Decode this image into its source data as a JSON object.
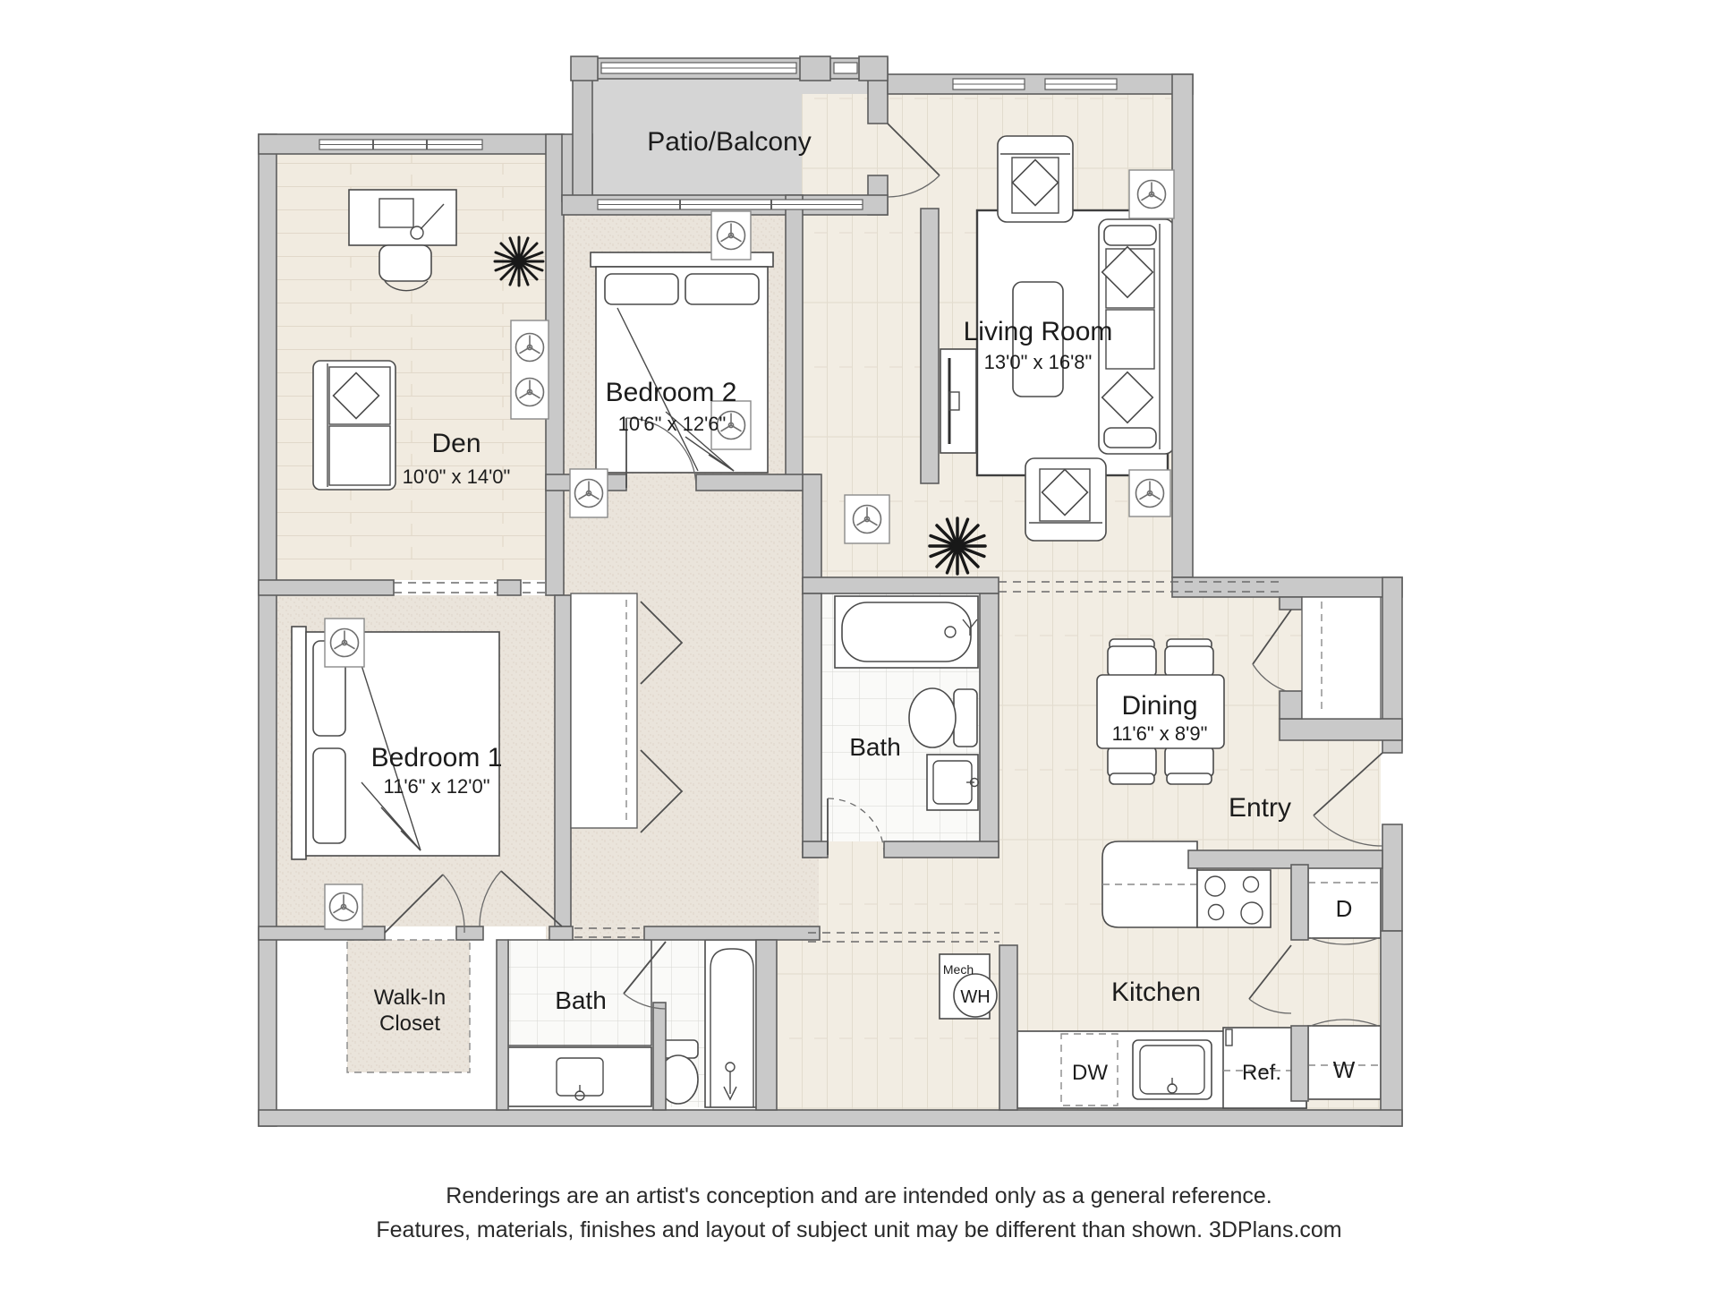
{
  "colors": {
    "wall_fill": "#c9c9c9",
    "wall_stroke": "#5e5e5e",
    "wood_floor": "#f2ede3",
    "den_floor": "#f1ebe0",
    "carpet": "#eae4db",
    "tile": "#fafaf8",
    "patio": "#d5d5d5",
    "text": "#1c1c1c"
  },
  "rooms": {
    "patio": {
      "name": "Patio/Balcony"
    },
    "living": {
      "name": "Living Room",
      "dims": "13'0\" x 16'8\""
    },
    "den": {
      "name": "Den",
      "dims": "10'0\" x 14'0\""
    },
    "bedroom2": {
      "name": "Bedroom 2",
      "dims": "10'6\" x 12'6\""
    },
    "bedroom1": {
      "name": "Bedroom 1",
      "dims": "11'6\" x 12'0\""
    },
    "bath_middle": {
      "name": "Bath"
    },
    "dining": {
      "name": "Dining",
      "dims": "11'6\" x 8'9\""
    },
    "entry": {
      "name": "Entry"
    },
    "walk_in_closet": {
      "line1": "Walk-In",
      "line2": "Closet"
    },
    "bath_lower": {
      "name": "Bath"
    },
    "mech": {
      "name": "Mech"
    },
    "kitchen": {
      "name": "Kitchen"
    }
  },
  "appliances": {
    "water_heater": "WH",
    "dishwasher": "DW",
    "refrigerator": "Ref.",
    "dryer": "D",
    "washer": "W"
  },
  "footer": {
    "line1": "Renderings are an artist's conception and are intended only as a general reference.",
    "line2": "Features, materials, finishes and layout of subject unit may be different than shown. 3DPlans.com"
  }
}
